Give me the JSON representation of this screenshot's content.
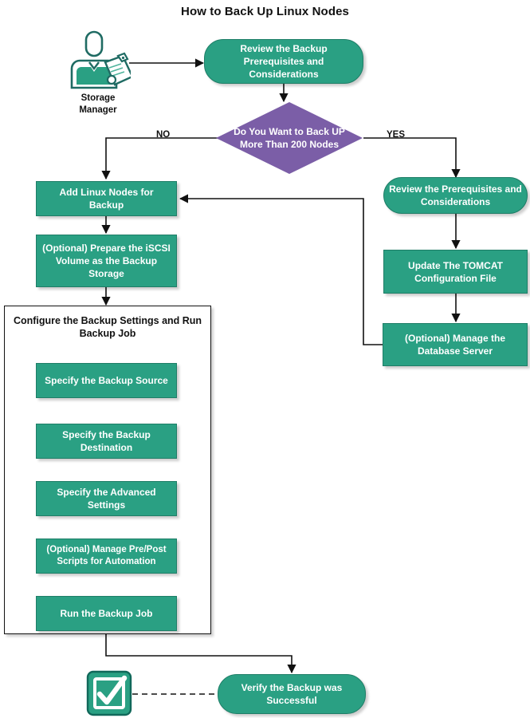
{
  "title": "How to Back Up Linux Nodes",
  "colors": {
    "node_fill": "#2aa083",
    "node_border": "#1f7e67",
    "decision_fill": "#7b5ea7",
    "node_text": "#ffffff",
    "body_text": "#111111",
    "connector": "#111111",
    "canvas": "#ffffff"
  },
  "actor": {
    "icon": "storage-manager-person-clipboard-icon",
    "caption_line1": "Storage",
    "caption_line2": "Manager"
  },
  "nodes": {
    "review_prereq": {
      "label": "Review the Backup Prerequisites and Considerations",
      "shape": "rounded",
      "fill": "#2aa083"
    },
    "decision": {
      "label": "Do You Want to Back UP More Than 200  Nodes",
      "shape": "diamond",
      "fill": "#7b5ea7"
    },
    "add_linux_nodes": {
      "label": "Add Linux Nodes for Backup",
      "shape": "rect",
      "fill": "#2aa083"
    },
    "prepare_iscsi": {
      "label": "(Optional) Prepare the iSCSI Volume as the Backup Storage",
      "shape": "rect",
      "fill": "#2aa083"
    },
    "review_prereq_right": {
      "label": "Review the Prerequisites and Considerations",
      "shape": "rounded",
      "fill": "#2aa083"
    },
    "update_tomcat": {
      "label": "Update The TOMCAT Configuration File",
      "shape": "rect",
      "fill": "#2aa083"
    },
    "manage_database": {
      "label": "(Optional) Manage the Database Server",
      "shape": "rect",
      "fill": "#2aa083"
    },
    "verify_backup": {
      "label": "Verify the Backup was Successful",
      "shape": "rounded",
      "fill": "#2aa083"
    }
  },
  "group": {
    "title": "Configure the Backup Settings and Run Backup Job",
    "steps": [
      {
        "label": "Specify the Backup Source"
      },
      {
        "label": "Specify the Backup Destination"
      },
      {
        "label": "Specify the Advanced Settings"
      },
      {
        "label": "(Optional) Manage Pre/Post Scripts for Automation"
      },
      {
        "label": "Run the Backup Job"
      }
    ]
  },
  "edge_labels": {
    "no": "NO",
    "yes": "YES"
  },
  "badge": {
    "icon": "checked-checkbox-icon"
  }
}
